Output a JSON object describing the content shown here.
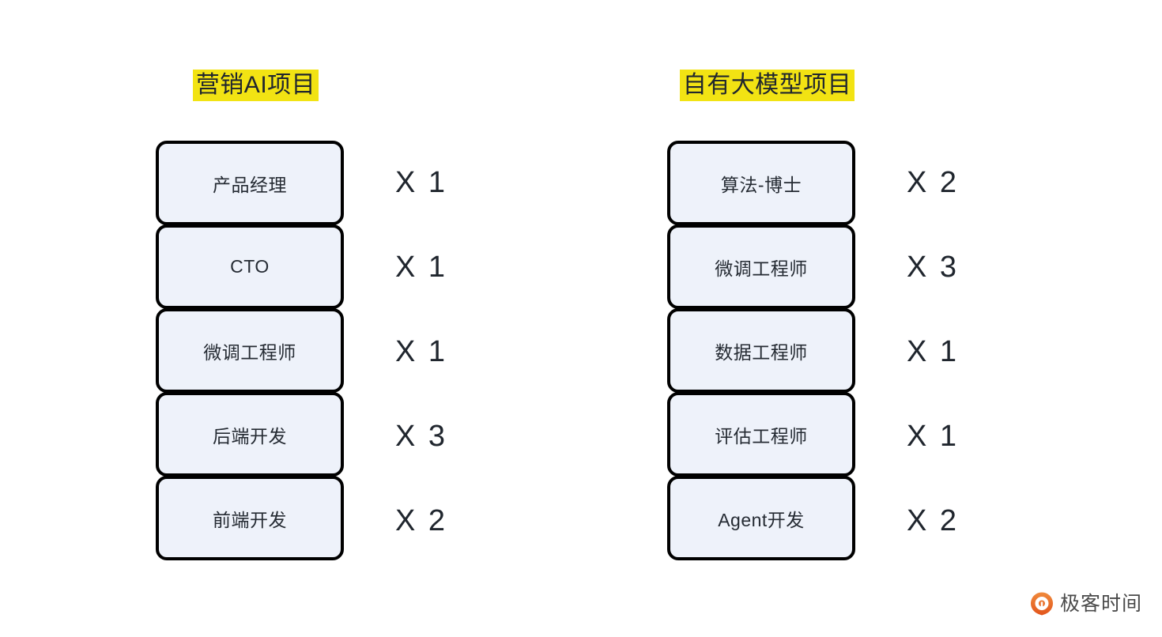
{
  "page": {
    "background": "#ffffff",
    "highlight_color": "#f2e313",
    "box_fill": "#eef2fa",
    "box_border": "#000000",
    "text_color": "#252b33"
  },
  "columns": [
    {
      "id": "marketing-ai-project",
      "title": "营销AI项目",
      "roles": [
        {
          "name": "产品经理",
          "count": "X 1"
        },
        {
          "name": "CTO",
          "count": "X 1"
        },
        {
          "name": "微调工程师",
          "count": "X 1"
        },
        {
          "name": "后端开发",
          "count": "X 3"
        },
        {
          "name": "前端开发",
          "count": "X 2"
        }
      ]
    },
    {
      "id": "own-llm-project",
      "title": "自有大模型项目",
      "roles": [
        {
          "name": "算法-博士",
          "count": "X 2"
        },
        {
          "name": "微调工程师",
          "count": "X 3"
        },
        {
          "name": "数据工程师",
          "count": "X 1"
        },
        {
          "name": "评估工程师",
          "count": "X 1"
        },
        {
          "name": "Agent开发",
          "count": "X 2"
        }
      ]
    }
  ],
  "watermark": {
    "text": "极客时间",
    "logo_color": "#e8642a",
    "icon": "geektime-logo-icon"
  }
}
